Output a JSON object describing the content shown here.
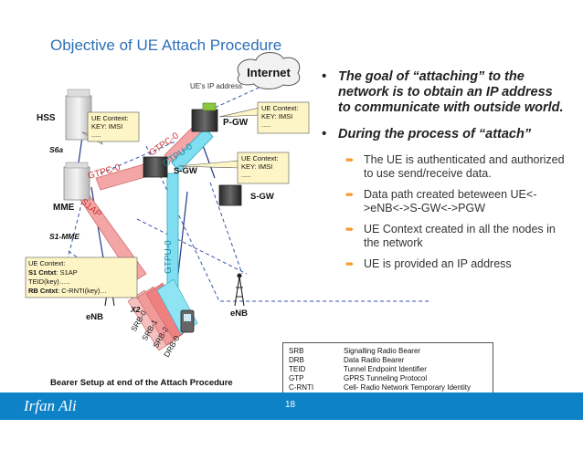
{
  "title": "Objective of UE Attach Procedure",
  "nodes": {
    "internet": "Internet",
    "ue_ip": "UE's IP address",
    "hss": "HSS",
    "pgw": "P-GW",
    "sgw1": "S-GW",
    "sgw2": "S-GW",
    "mme": "MME",
    "enb1": "eNB",
    "enb2": "eNB"
  },
  "interfaces": {
    "s6a": "S6a",
    "s1mme": "S1-MME",
    "x2": "X2",
    "gtpc_mme_sgw": "GTPC-0",
    "gtpc_sgw_pgw": "GTPC-0",
    "gtpu_sgw_pgw": "GTPU-0",
    "gtpu_enb_sgw": "GTPU-0",
    "s1ap": "S1AP",
    "srb0": "SRB-0",
    "srb1": "SRB-1",
    "srb2": "SRB-2",
    "drb0": "DRB-0"
  },
  "callouts": {
    "hss": {
      "l1": "UE Context:",
      "l2": "KEY: IMSI",
      "l3": "....."
    },
    "pgw": {
      "l1": "UE Context:",
      "l2": "KEY: IMSI",
      "l3": "....."
    },
    "sgw": {
      "l1": "UE Context:",
      "l2": "KEY: IMSI",
      "l3": "....."
    },
    "enb": {
      "l1": "UE Context:",
      "l2b": "S1 Cntxt",
      "l2": ": S1AP",
      "l3": "TEID(key)…..",
      "l4b": "RB Cntxt",
      "l4": ": C-RNTI(key)…"
    }
  },
  "bullets": {
    "goal": "The goal of “attaching” to the network is to obtain an IP address to communicate with outside world.",
    "during": "During the process of “attach”",
    "sub": [
      "The UE is authenticated and authorized to use send/receive data.",
      "Data path created beteween UE<->eNB<->S-GW<->PGW",
      "UE Context created in all the nodes in the network",
      "UE is provided an IP address"
    ]
  },
  "legend": [
    {
      "k": "SRB",
      "v": "Signalling Radio Bearer"
    },
    {
      "k": "DRB",
      "v": "Data Radio Bearer"
    },
    {
      "k": "TEID",
      "v": "Tunnel Endpoint Identifier"
    },
    {
      "k": "GTP",
      "v": "GPRS Tunneling Protocol"
    },
    {
      "k": "C-RNTI",
      "v": "Cell- Radio Network Temporary Identity"
    }
  ],
  "caption": "Bearer Setup at end of the Attach Procedure",
  "footer": {
    "author": "Irfan Ali",
    "page": "18"
  },
  "colors": {
    "accent": "#2e6fb6",
    "footer": "#0d82c6",
    "gtpc": "#f39a9a",
    "gtpu": "#7fdff0",
    "callout": "#fdf5c6"
  }
}
